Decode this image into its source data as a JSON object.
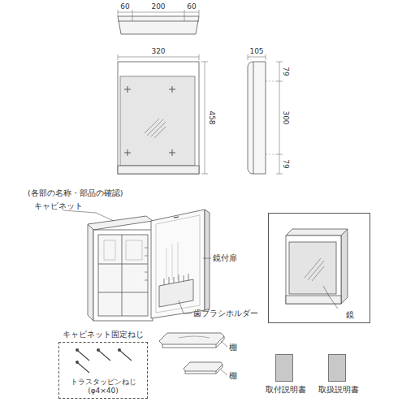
{
  "diagram": {
    "nodes": [
      {
        "text": [
          "鏡"
        ]
      },
      {
        "text": [
          "キャビネット固定ねじ",
          "トラスタッピンねじ (φ4×40)"
        ]
      },
      {
        "text": [
          "取付説明書"
        ]
      },
      {
        "text": [
          "取扱説明書"
        ]
      }
    ],
    "labels": [
      "60",
      "200",
      "60",
      "320",
      "458",
      "105",
      "79",
      "300",
      "79",
      "(各部の名称・部品の確認)",
      "キャビネット",
      "鏡付扉",
      "歯ブラシホルダー",
      "棚",
      "棚"
    ]
  }
}
